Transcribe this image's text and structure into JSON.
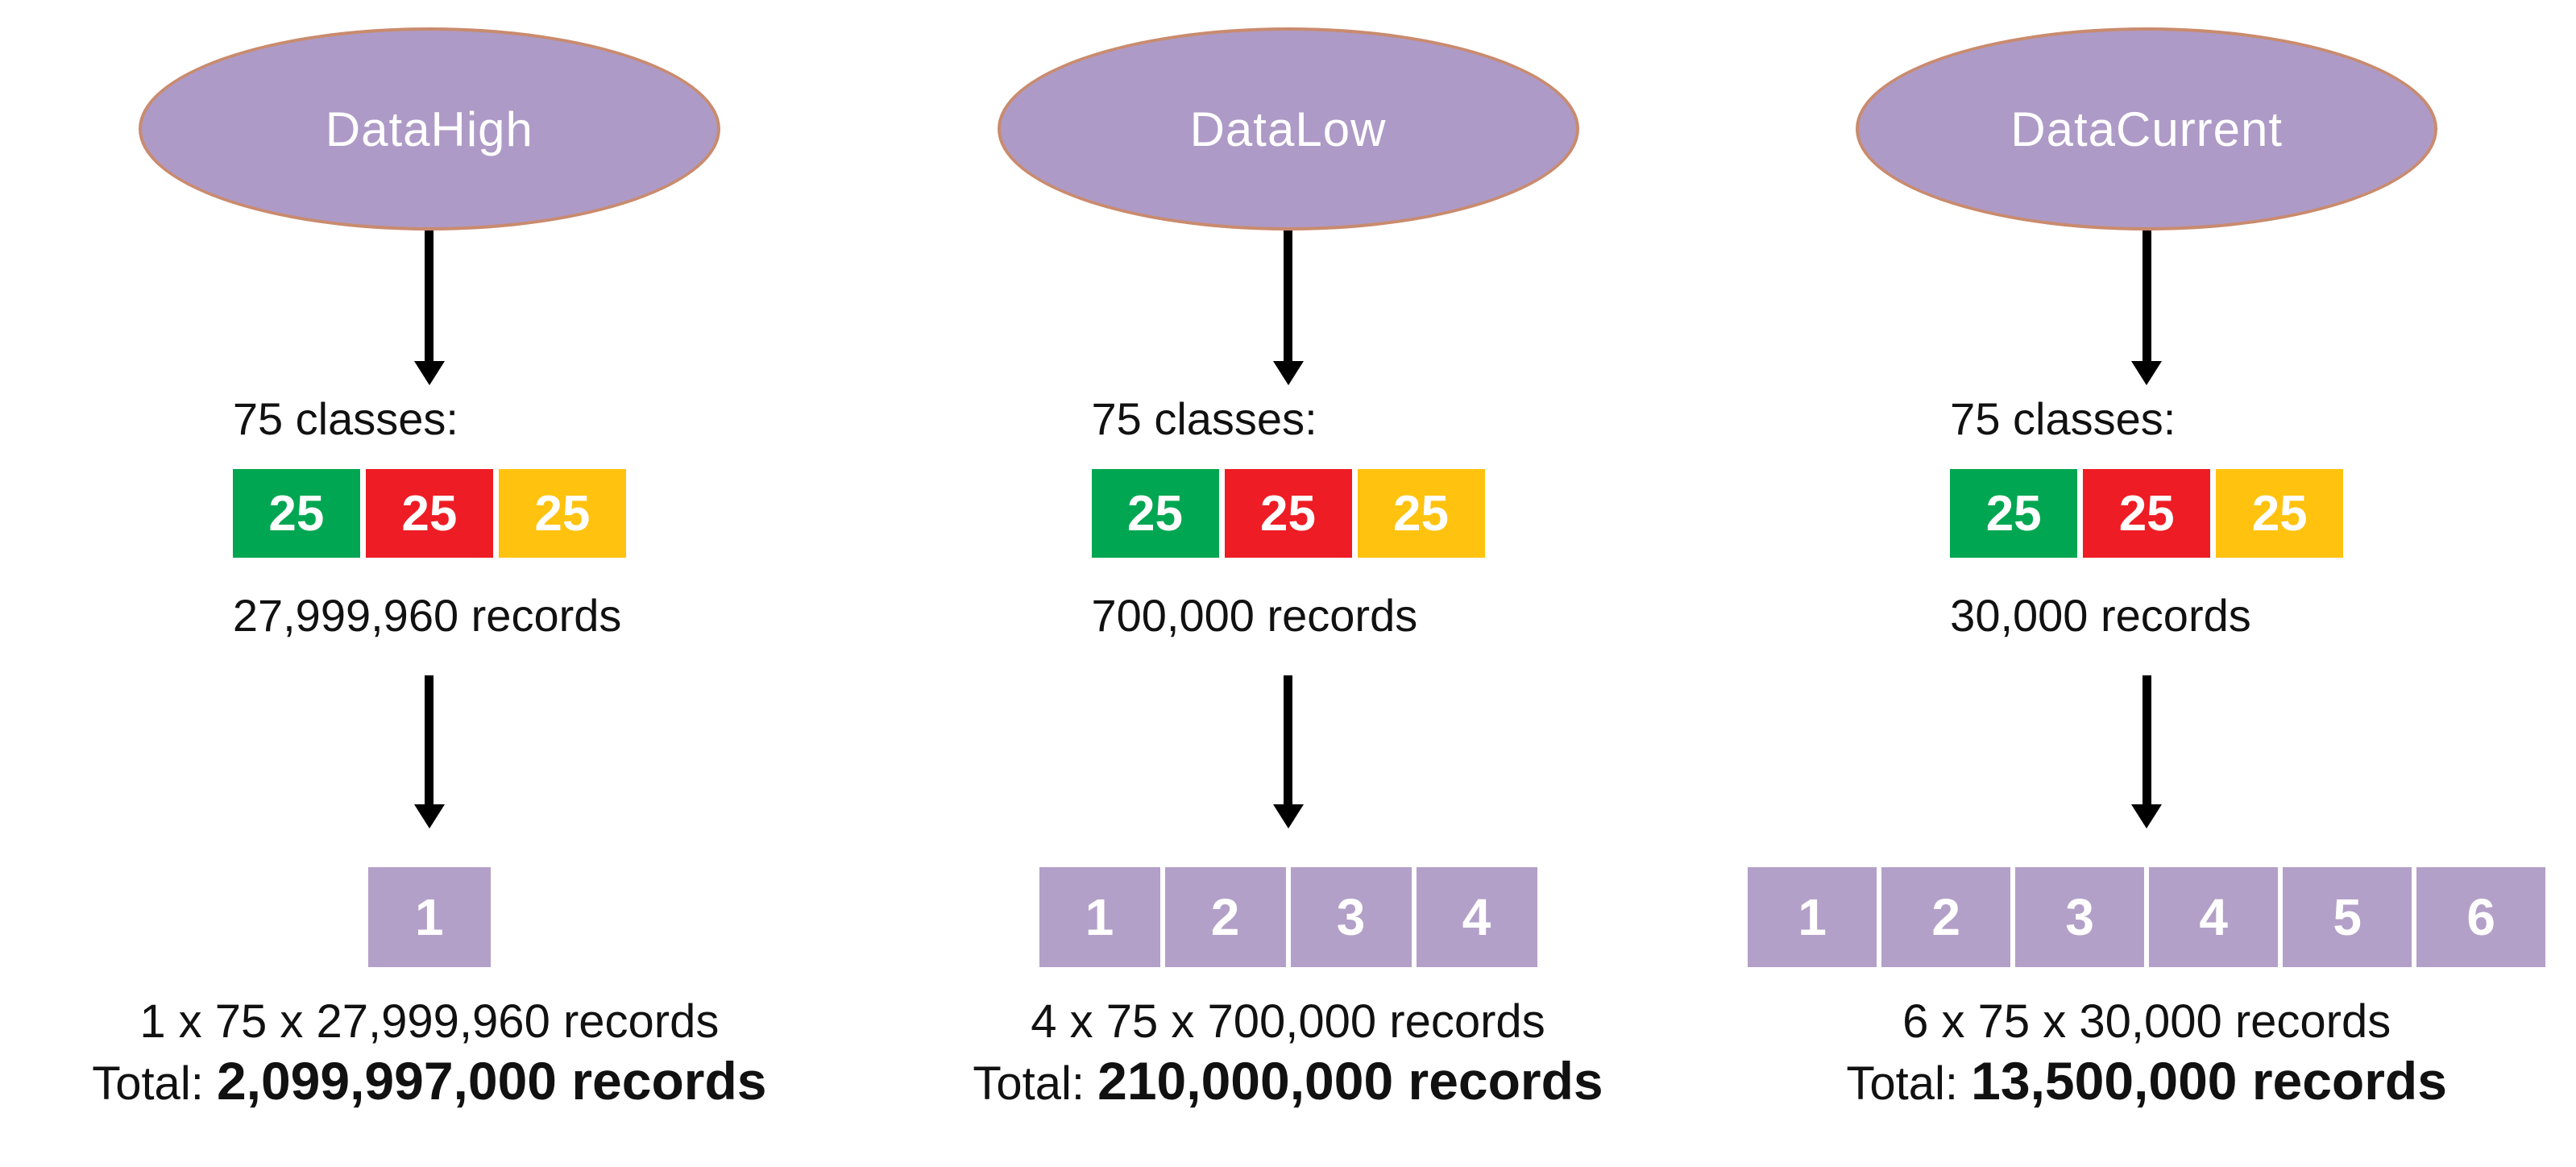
{
  "colors": {
    "green": "#00A651",
    "red": "#EE1C24",
    "amber": "#FFC20E",
    "purple_fill": "#B3A0C8",
    "ellipse_fill": "#AE9AC6",
    "ellipse_border": "#C98B6E",
    "arrow": "#000000",
    "text": "#111111"
  },
  "columns": [
    {
      "name": "DataHigh",
      "classes_label": "75 classes:",
      "class_boxes": [
        {
          "value": "25",
          "color": "green"
        },
        {
          "value": "25",
          "color": "red"
        },
        {
          "value": "25",
          "color": "amber"
        }
      ],
      "records_label": "27,999,960 records",
      "partition_boxes": [
        "1"
      ],
      "formula": "1 x 75 x 27,999,960 records",
      "total_prefix": "Total: ",
      "total_value": "2,099,997,000 records"
    },
    {
      "name": "DataLow",
      "classes_label": "75 classes:",
      "class_boxes": [
        {
          "value": "25",
          "color": "green"
        },
        {
          "value": "25",
          "color": "red"
        },
        {
          "value": "25",
          "color": "amber"
        }
      ],
      "records_label": "700,000 records",
      "partition_boxes": [
        "1",
        "2",
        "3",
        "4"
      ],
      "formula": "4 x 75 x 700,000 records",
      "total_prefix": "Total: ",
      "total_value": "210,000,000 records"
    },
    {
      "name": "DataCurrent",
      "classes_label": "75 classes:",
      "class_boxes": [
        {
          "value": "25",
          "color": "green"
        },
        {
          "value": "25",
          "color": "red"
        },
        {
          "value": "25",
          "color": "amber"
        }
      ],
      "records_label": "30,000 records",
      "partition_boxes": [
        "1",
        "2",
        "3",
        "4",
        "5",
        "6"
      ],
      "formula": "6 x 75 x 30,000 records",
      "total_prefix": "Total: ",
      "total_value": "13,500,000 records"
    }
  ]
}
